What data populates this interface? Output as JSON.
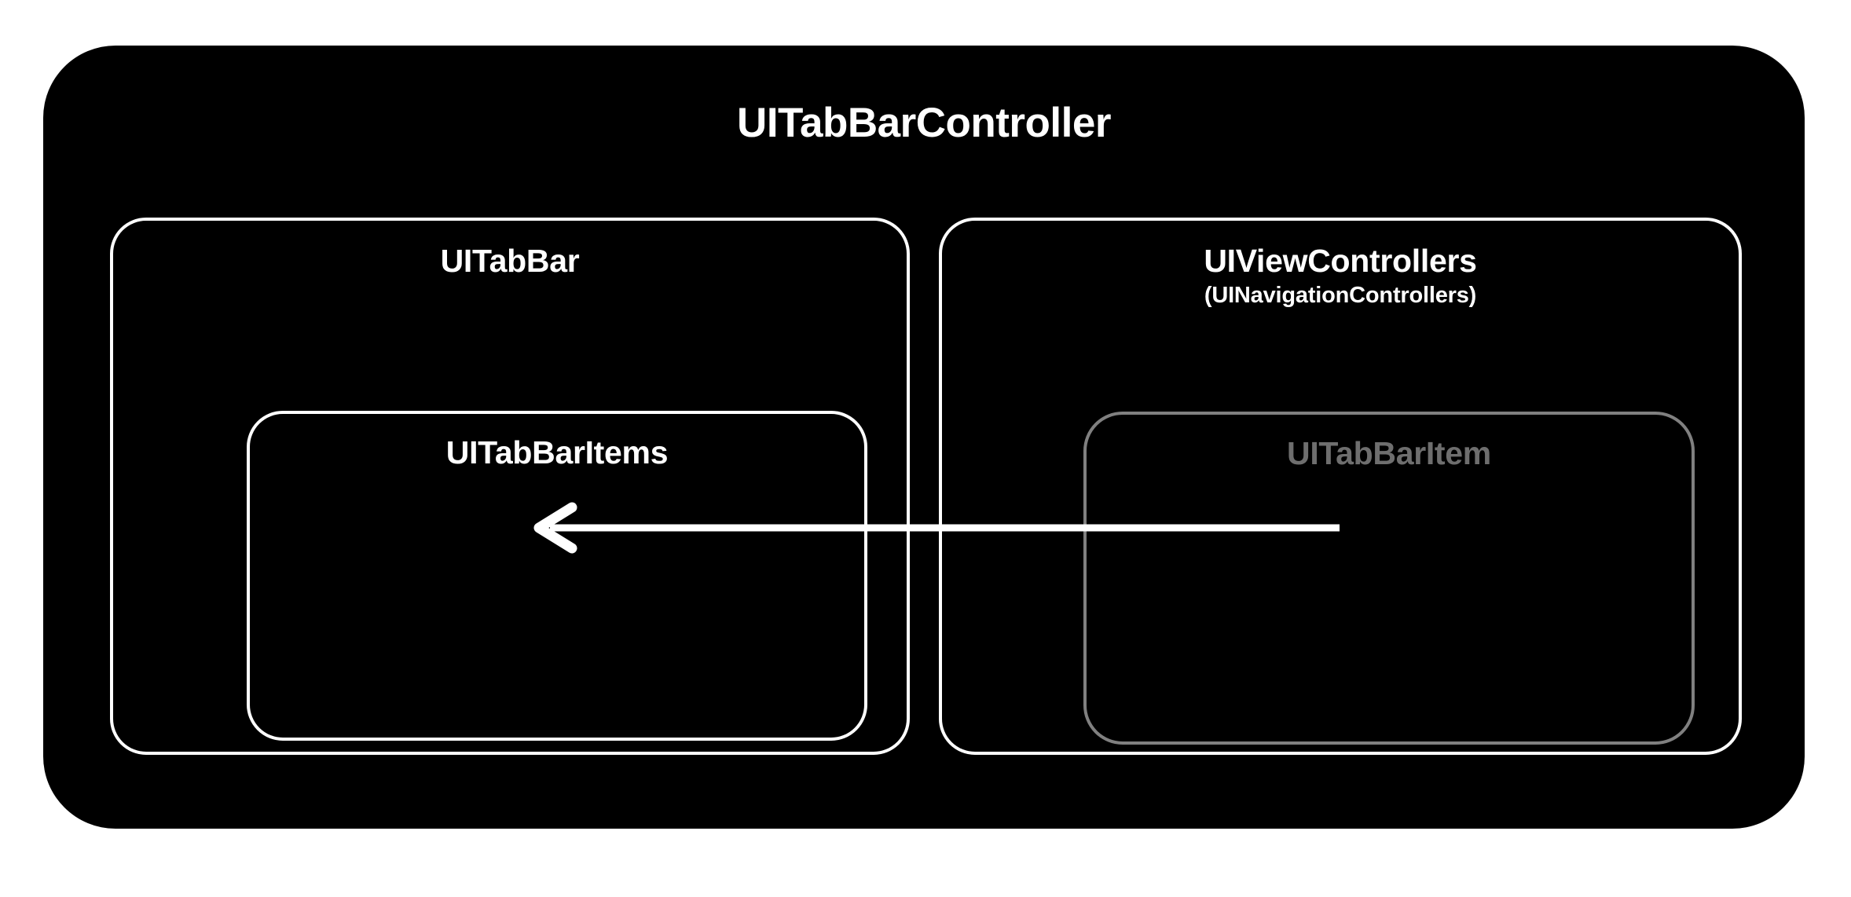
{
  "diagram": {
    "title": "UITabBarController",
    "background_color": "#ffffff",
    "container_color": "#000000",
    "stroke_color": "#ffffff",
    "muted_stroke_color": "#808080",
    "muted_text_color": "#6e6e6e",
    "left_group": {
      "title": "UITabBar",
      "inner": {
        "title": "UITabBarItems"
      }
    },
    "right_group": {
      "title": "UIViewControllers",
      "subtitle": "(UINavigationControllers)",
      "inner": {
        "title": "UITabBarItem"
      }
    },
    "connector": {
      "name": "arrow-right-to-left",
      "direction": "left",
      "from": "UITabBarItem",
      "to": "UITabBarItems",
      "color": "#ffffff"
    }
  }
}
